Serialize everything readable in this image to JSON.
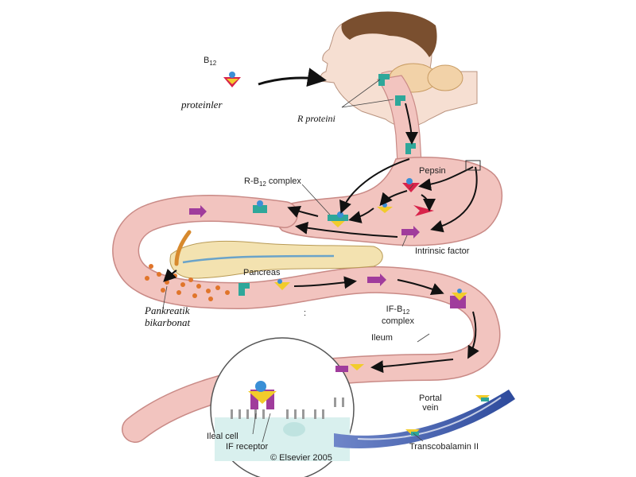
{
  "labels": {
    "b12": "B",
    "b12_sub": "12",
    "proteinler": "proteinler",
    "r_proteini": "R proteini",
    "r_b12_complex_pre": "R-B",
    "r_b12_complex_sub": "12",
    "r_b12_complex_post": " complex",
    "pepsin": "Pepsin",
    "intrinsic_factor": "Intrinsic factor",
    "pancreas": "Pancreas",
    "pankreatik_line1": "Pankreatik",
    "pankreatik_line2": "bikarbonat",
    "if_b12_pre": "IF-B",
    "if_b12_sub": "12",
    "if_b12_line2": "complex",
    "ileum": "Ileum",
    "portal_vein_line1": "Portal",
    "portal_vein_line2": "vein",
    "ileal_cell": "Ileal cell",
    "if_receptor": "IF receptor",
    "transcobalamin": "Transcobalamin II",
    "copyright": "© Elsevier 2005",
    "dot": ":"
  },
  "colors": {
    "gut_fill": "#f2c4bf",
    "gut_edge": "#c98a86",
    "r_protein": "#2fa79a",
    "b12": "#3a8fd6",
    "intrinsic_factor": "#a03c9c",
    "yellow": "#f2cc2b",
    "red": "#d8234a",
    "pancreas": "#f3e2b0",
    "vein": "#3a56a8",
    "bicarbonate": "#e0752a"
  }
}
